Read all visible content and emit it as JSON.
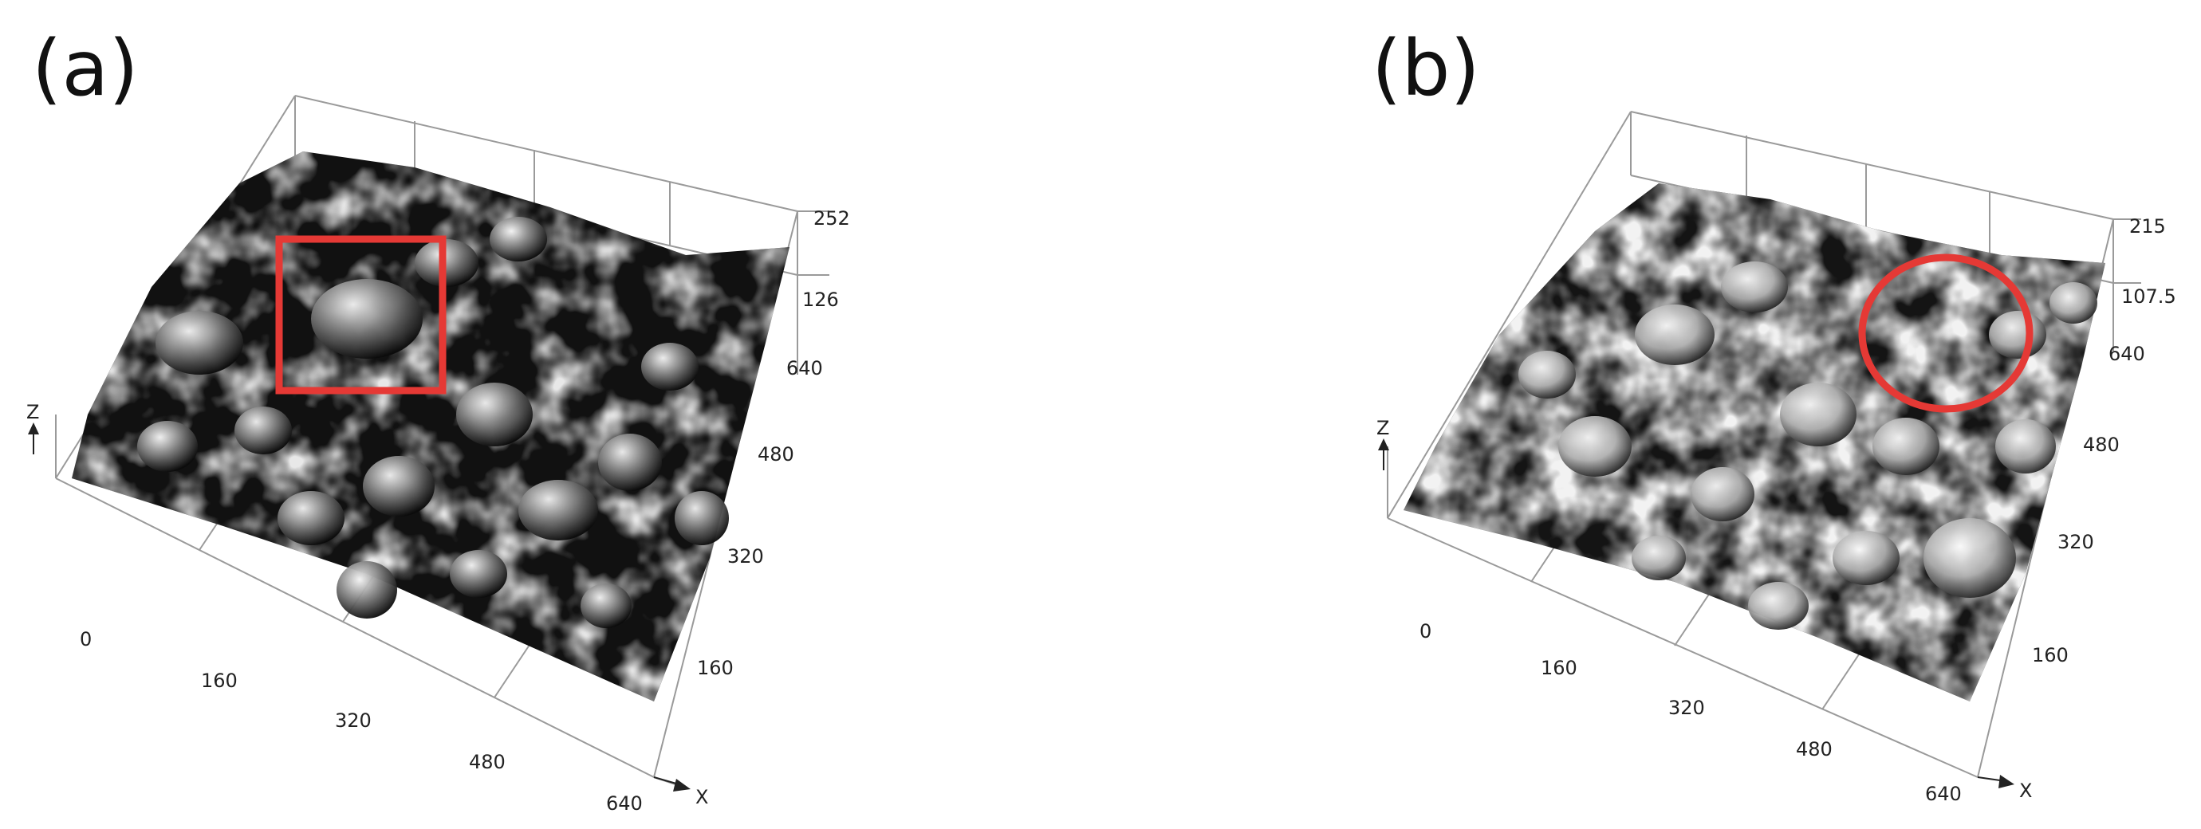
{
  "figure": {
    "panels": [
      {
        "label": "(a)",
        "axes": {
          "x_label": "X",
          "z_label": "Z",
          "origin": "0",
          "x_ticks": [
            "160",
            "320",
            "480",
            "640"
          ],
          "y_ticks": [
            "160",
            "320",
            "480",
            "640"
          ],
          "z_ticks": [
            "252",
            "126"
          ]
        },
        "annotation_shape": "rectangle",
        "annotation_color": "#e53935"
      },
      {
        "label": "(b)",
        "axes": {
          "x_label": "X",
          "z_label": "Z",
          "origin": "0",
          "x_ticks": [
            "160",
            "320",
            "480",
            "640"
          ],
          "y_ticks": [
            "160",
            "320",
            "480",
            "640"
          ],
          "z_ticks": [
            "215",
            "107.5"
          ]
        },
        "annotation_shape": "circle",
        "annotation_color": "#e53935"
      }
    ]
  }
}
